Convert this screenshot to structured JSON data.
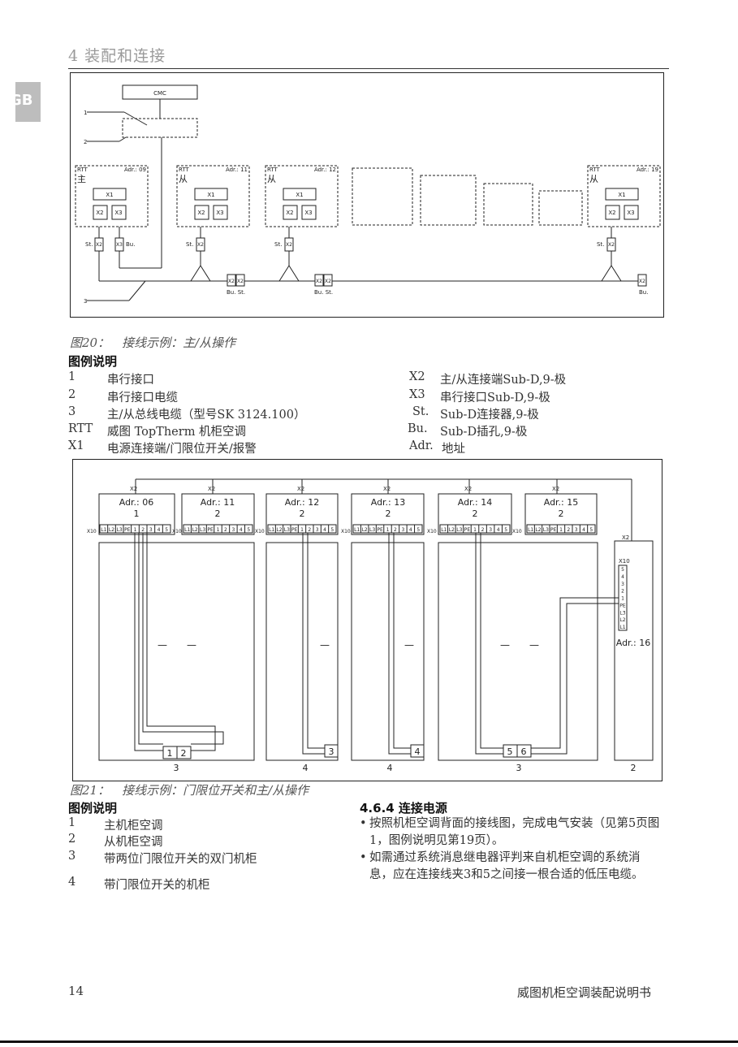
{
  "header": {
    "title": "4   装配和连接",
    "tab": "GB"
  },
  "figure20": {
    "cmc": "CMC",
    "callouts": [
      "1",
      "2",
      "3"
    ],
    "units": [
      {
        "rtt": "RTT",
        "adr": "Adr.: 09",
        "role": "主",
        "x1": "X1",
        "x2": "X2",
        "x3": "X3"
      },
      {
        "rtt": "RTT",
        "adr": "Adr.: 11",
        "role": "从",
        "x1": "X1",
        "x2": "X2",
        "x3": "X3"
      },
      {
        "rtt": "RTT",
        "adr": "Adr.: 12",
        "role": "从",
        "x1": "X1",
        "x2": "X2",
        "x3": "X3"
      },
      {
        "rtt": "RTT",
        "adr": "Adr.: 19",
        "role": "从",
        "x1": "X1",
        "x2": "X2",
        "x3": "X3"
      }
    ],
    "plug_labels": {
      "st": "St.",
      "bu": "Bu.",
      "x2": "X2",
      "x3": "X3",
      "bu_st": "Bu.  St."
    },
    "caption": "图20：　接线示例：主/从操作"
  },
  "legend20": {
    "title": "图例说明",
    "left": [
      {
        "key": "1",
        "text": "串行接口"
      },
      {
        "key": "2",
        "text": "串行接口电缆"
      },
      {
        "key": "3",
        "text": "主/从总线电缆（型号SK 3124.100）"
      },
      {
        "key": "RTT",
        "text": "威图 TopTherm 机柜空调"
      },
      {
        "key": "X1",
        "text": "电源连接端/门限位开关/报警"
      }
    ],
    "right": [
      {
        "key": "X2",
        "text": "主/从连接端Sub-D,9-极"
      },
      {
        "key": "X3",
        "text": "串行接口Sub-D,9-极"
      },
      {
        "key": "St.",
        "text": "Sub-D连接器,9-极"
      },
      {
        "key": "Bu.",
        "text": "Sub-D插孔,9-极"
      },
      {
        "key": "Adr.",
        "text": "地址"
      }
    ]
  },
  "figure21": {
    "units": [
      {
        "adr": "Adr.: 06",
        "num": "1"
      },
      {
        "adr": "Adr.: 11",
        "num": "2"
      },
      {
        "adr": "Adr.: 12",
        "num": "2"
      },
      {
        "adr": "Adr.: 13",
        "num": "2"
      },
      {
        "adr": "Adr.: 14",
        "num": "2"
      },
      {
        "adr": "Adr.: 15",
        "num": "2"
      }
    ],
    "side_unit": {
      "adr": "Adr.: 16",
      "x10": "X10",
      "x2": "X2"
    },
    "x2": "X2",
    "x10": "X10",
    "terminals": [
      "L1",
      "L2",
      "L3",
      "PE",
      "1",
      "2",
      "3",
      "4",
      "5"
    ],
    "cabinet_labels": [
      "3",
      "4",
      "4",
      "3",
      "2"
    ],
    "switch_labels": [
      "1",
      "2",
      "3",
      "4",
      "5",
      "6"
    ],
    "door_dash": "—",
    "caption": "图21：　接线示例：门限位开关和主/从操作"
  },
  "legend21": {
    "title": "图例说明",
    "items": [
      {
        "key": "1",
        "text": "主机柜空调"
      },
      {
        "key": "2",
        "text": "从机柜空调"
      },
      {
        "key": "3",
        "text": "带两位门限位开关的双门机柜"
      },
      {
        "key": "4",
        "text": "带门限位开关的机柜"
      }
    ]
  },
  "section": {
    "title": "4.6.4 连接电源",
    "bullets": [
      "按照机柜空调背面的接线图，完成电气安装（见第5页图1，图例说明见第19页）。",
      "如需通过系统消息继电器评判来自机柜空调的系统消息，应在连接线夹3和5之间接一根合适的低压电缆。"
    ]
  },
  "footer": {
    "page": "14",
    "doc_title": "威图机柜空调装配说明书"
  }
}
